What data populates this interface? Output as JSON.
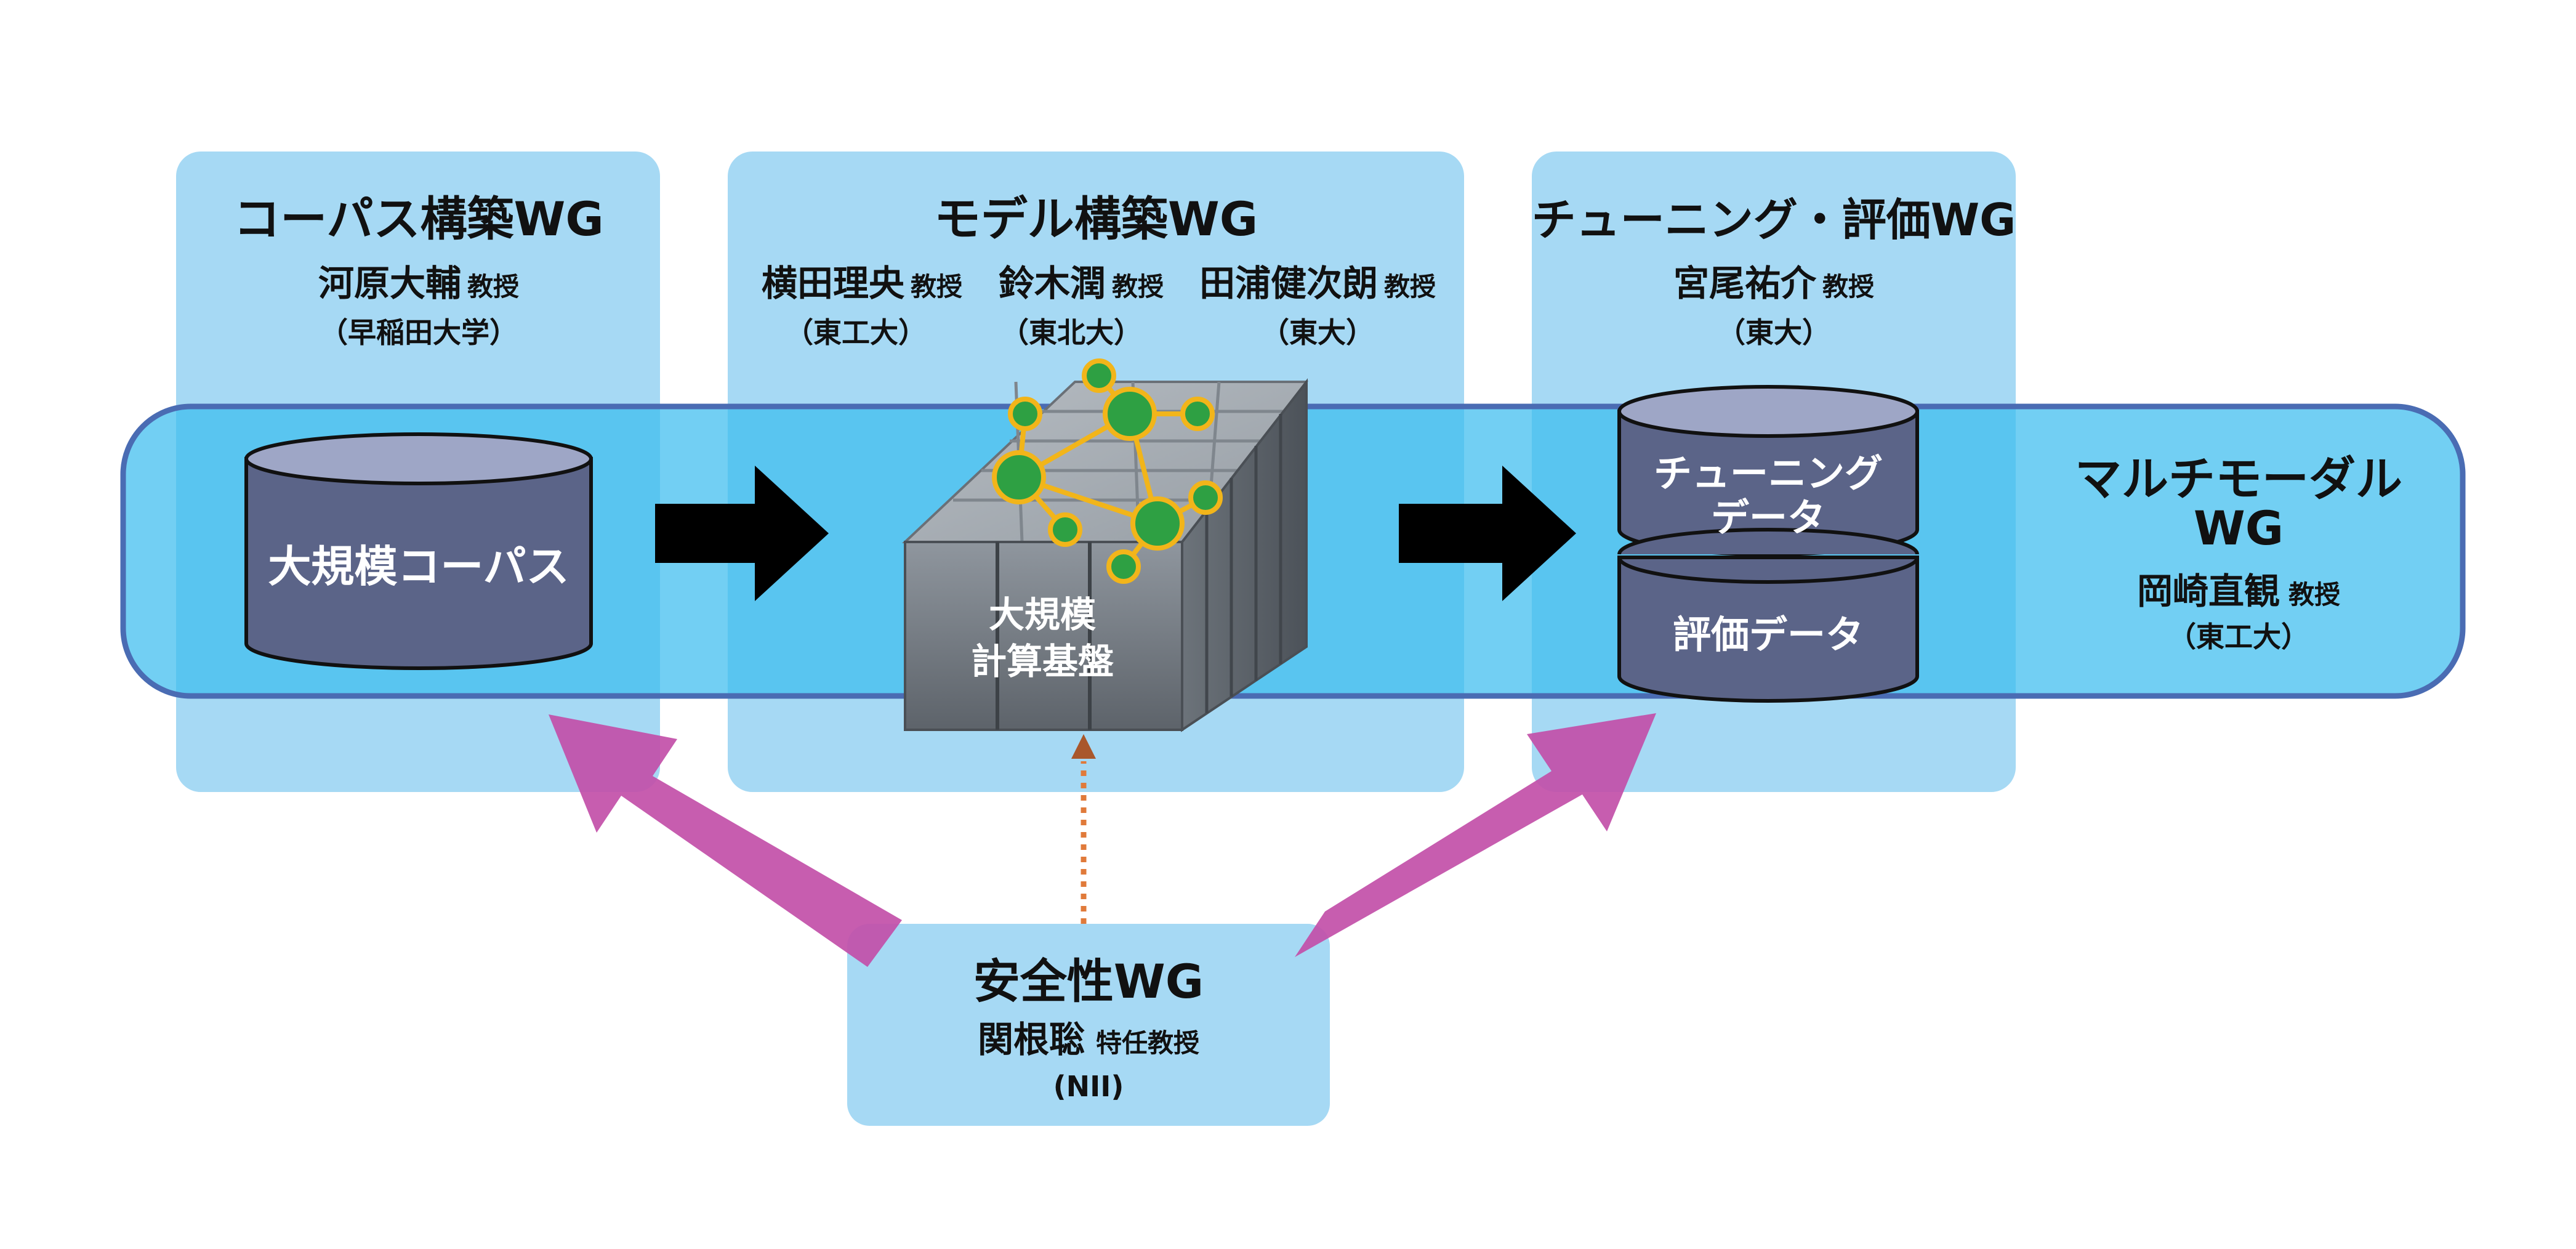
{
  "corpus_wg": {
    "title": "コーパス構築WG",
    "member": {
      "name": "河原大輔",
      "role": "教授",
      "org": "（早稲田大学）"
    },
    "db_label": "大規模コーパス"
  },
  "model_wg": {
    "title": "モデル構築WG",
    "members": [
      {
        "name": "横田理央",
        "role": "教授",
        "org": "（東工大）"
      },
      {
        "name": "鈴木潤",
        "role": "教授",
        "org": "（東北大）"
      },
      {
        "name": "田浦健次朗",
        "role": "教授",
        "org": "（東大）"
      }
    ],
    "compute_label_1": "大規模",
    "compute_label_2": "計算基盤"
  },
  "tuning_wg": {
    "title": "チューニング・評価WG",
    "member": {
      "name": "宮尾祐介",
      "role": "教授",
      "org": "（東大）"
    },
    "db_top_label_1": "チューニング",
    "db_top_label_2": "データ",
    "db_bottom_label": "評価データ"
  },
  "multimodal_wg": {
    "title_1": "マルチモーダル",
    "title_2": "WG",
    "member": {
      "name": "岡崎直観",
      "role": "教授",
      "org": "（東工大）"
    }
  },
  "safety_wg": {
    "title": "安全性WG",
    "member": {
      "name": "関根聡",
      "role": "特任教授",
      "org": "(NII)"
    }
  },
  "colors": {
    "wg_panel": "#a6d9f4",
    "pipeline_band": "#3cbcee",
    "band_border": "#4a6cb3",
    "database": "#5b6488",
    "arrow": "#000000",
    "safety_arrow": "#c24fa8",
    "dotted_arrow": "#e07a3a",
    "node": "#2ea043"
  }
}
